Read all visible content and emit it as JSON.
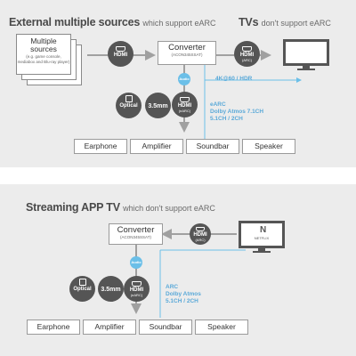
{
  "diagram1": {
    "title_main": "External multiple sources",
    "title_sub": "which support eARC",
    "tv_title_main": "TVs",
    "tv_title_sub": "don't support eARC",
    "source_label": "Multiple sources",
    "source_desc": "(e.g. game console, mediabox and Blu-ray player)",
    "hdmi_in": {
      "label": "HDMI"
    },
    "converter": {
      "label": "Converter",
      "model": "(ACON345SSAT)"
    },
    "hdmi_tv": {
      "label": "HDMI",
      "sub": "(ARC)"
    },
    "audio_label": "Audio",
    "ports": [
      {
        "label": "Optical"
      },
      {
        "label": "3.5mm"
      },
      {
        "label": "HDMI",
        "sub": "(eARC)"
      }
    ],
    "video_spec": "4K@60 / HDR",
    "audio_spec": [
      "eARC",
      "Dolby Atmos 7.1CH",
      "5.1CH / 2CH"
    ],
    "outputs": [
      "Earphone",
      "Amplifier",
      "Soundbar",
      "Speaker"
    ]
  },
  "diagram2": {
    "title_main": "Streaming APP TV",
    "title_sub": "which don't support eARC",
    "converter": {
      "label": "Converter",
      "model": "(ACON345SSAT)"
    },
    "hdmi_tv": {
      "label": "HDMI",
      "sub": "(ARC)"
    },
    "tv_brand": "NETFLIX",
    "tv_logo": "N",
    "audio_label": "Audio",
    "ports": [
      {
        "label": "Optical"
      },
      {
        "label": "3.5mm"
      },
      {
        "label": "HDMI",
        "sub": "(eARC)"
      }
    ],
    "audio_spec": [
      "ARC",
      "Dolby Atmos",
      "5.1CH / 2CH"
    ],
    "outputs": [
      "Earphone",
      "Amplifier",
      "Soundbar",
      "Speaker"
    ]
  },
  "colors": {
    "panel": "#ececec",
    "text": "#4a4a4a",
    "circle": "#555555",
    "accent": "#6bbfe8",
    "arrow": "#a0a0a0"
  },
  "icons": [
    "hdmi-icon",
    "optical-icon",
    "headphone-jack-icon",
    "tv-icon",
    "audio-badge"
  ]
}
